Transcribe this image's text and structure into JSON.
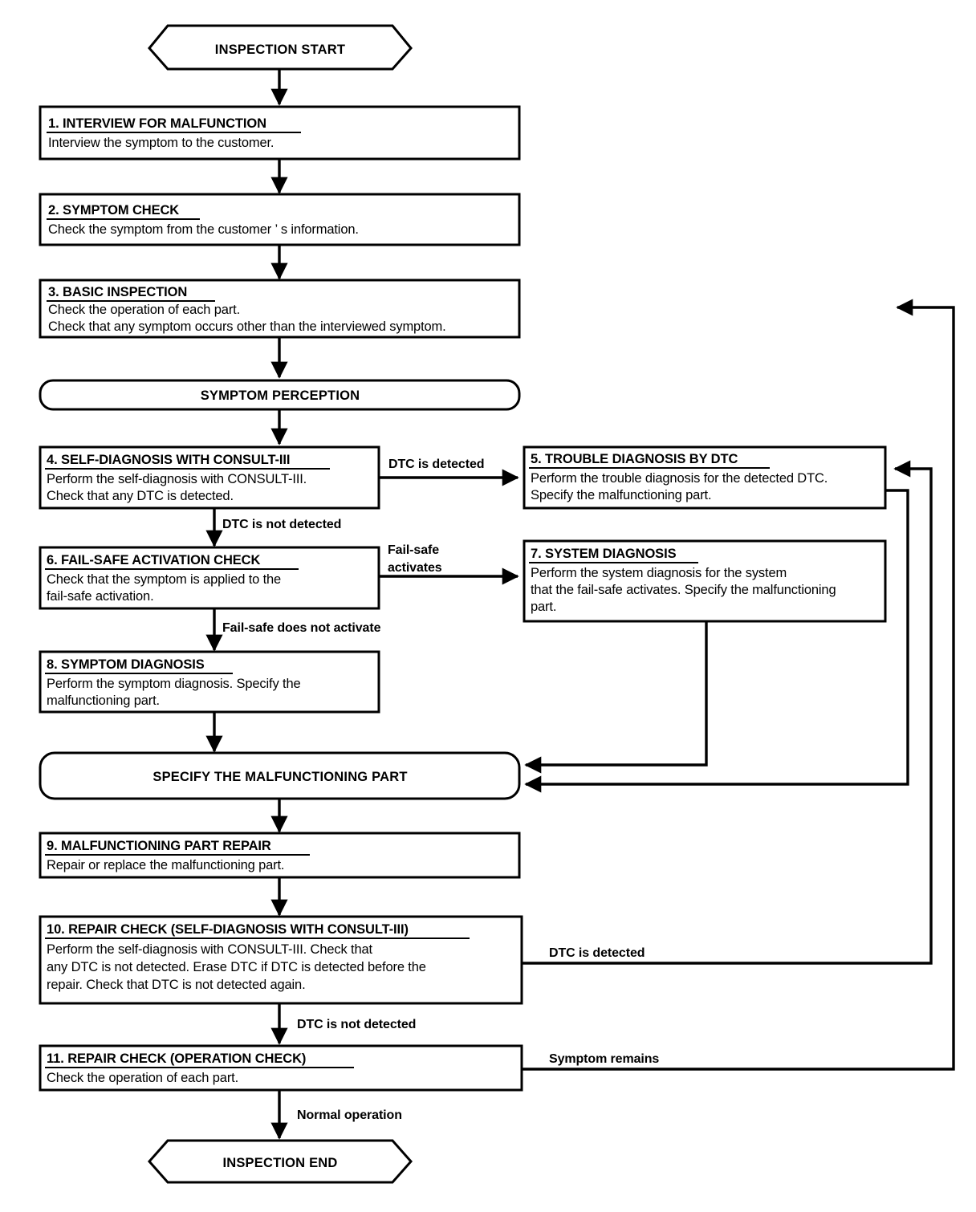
{
  "diagram": {
    "title": "Diagnosis Work Flow",
    "type": "flowchart",
    "background": "#ffffff",
    "line_color": "#000000"
  },
  "nodes": {
    "start": {
      "label": "INSPECTION START",
      "shape": "hexagon"
    },
    "end": {
      "label": "INSPECTION END",
      "shape": "hexagon"
    },
    "perception": {
      "label": "SYMPTOM PERCEPTION",
      "shape": "rounded"
    },
    "specify": {
      "label": "SPECIFY THE MALFUNCTIONING PART",
      "shape": "rounded"
    },
    "step1": {
      "title": "1. INTERVIEW FOR MALFUNCTION",
      "lines": [
        "Interview the symptom to the customer."
      ]
    },
    "step2": {
      "title": "2. SYMPTOM CHECK",
      "lines": [
        "Check the symptom from the customer ’ s information."
      ]
    },
    "step3": {
      "title": "3. BASIC INSPECTION",
      "lines": [
        "Check the operation of each part.",
        "Check that any symptom occurs other than the interviewed symptom."
      ]
    },
    "step4": {
      "title": "4. SELF-DIAGNOSIS WITH CONSULT-III",
      "lines": [
        "Perform the self-diagnosis with CONSULT-III.",
        "Check that any DTC is detected."
      ]
    },
    "step5": {
      "title": "5. TROUBLE DIAGNOSIS BY DTC",
      "lines": [
        "Perform the trouble diagnosis for the detected DTC.",
        "Specify the malfunctioning part."
      ]
    },
    "step6": {
      "title": "6. FAIL-SAFE ACTIVATION CHECK",
      "lines": [
        "Check that the symptom is applied to the",
        "fail-safe activation."
      ]
    },
    "step7": {
      "title": "7. SYSTEM DIAGNOSIS",
      "lines": [
        "Perform the system diagnosis for the system",
        "that the fail-safe activates. Specify the malfunctioning",
        "part."
      ]
    },
    "step8": {
      "title": "8. SYMPTOM DIAGNOSIS",
      "lines": [
        "Perform the symptom diagnosis. Specify the",
        "malfunctioning part."
      ]
    },
    "step9": {
      "title": "9. MALFUNCTIONING PART REPAIR",
      "lines": [
        "Repair or replace the malfunctioning part."
      ]
    },
    "step10": {
      "title": "10. REPAIR CHECK (SELF-DIAGNOSIS WITH CONSULT-III)",
      "lines": [
        "Perform the self-diagnosis with CONSULT-III. Check that",
        "any DTC is not detected. Erase DTC if DTC is detected before the",
        "repair. Check that DTC is not detected again."
      ]
    },
    "step11": {
      "title": "11. REPAIR CHECK (OPERATION CHECK)",
      "lines": [
        "Check the operation of each part."
      ]
    }
  },
  "edge_labels": {
    "dtc_detected_4": "DTC is detected",
    "dtc_not_detected_4": "DTC is not detected",
    "failsafe_activates": "Fail-safe",
    "failsafe_activates_2": "activates",
    "failsafe_not_activate": "Fail-safe does not activate",
    "dtc_detected_10": "DTC is detected",
    "dtc_not_detected_10": "DTC is not detected",
    "symptom_remains": "Symptom remains",
    "normal_operation": "Normal operation"
  }
}
